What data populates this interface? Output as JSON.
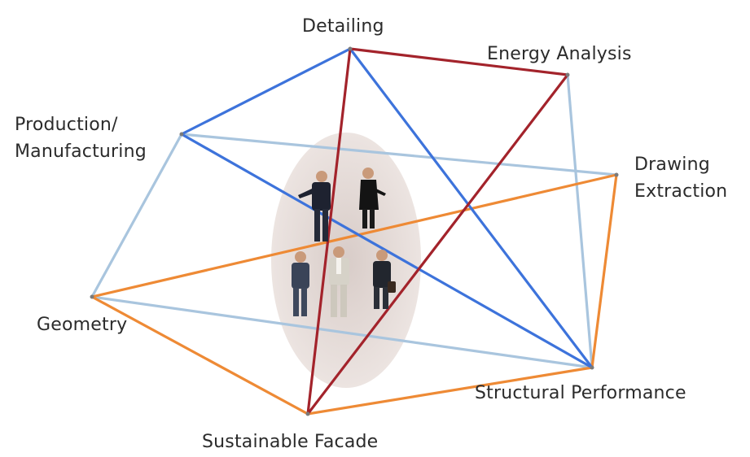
{
  "nodes": [
    {
      "id": "detailing",
      "label": "Detailing"
    },
    {
      "id": "energy",
      "label": "Energy Analysis"
    },
    {
      "id": "production",
      "label": "Production/\nManufacturing"
    },
    {
      "id": "drawing",
      "label": "Drawing\nExtraction"
    },
    {
      "id": "geometry",
      "label": "Geometry"
    },
    {
      "id": "structural",
      "label": "Structural Performance"
    },
    {
      "id": "facade",
      "label": "Sustainable Facade"
    }
  ],
  "edges": [
    {
      "from": "production",
      "to": "geometry",
      "color": "light-blue"
    },
    {
      "from": "production",
      "to": "drawing",
      "color": "light-blue"
    },
    {
      "from": "geometry",
      "to": "structural",
      "color": "light-blue"
    },
    {
      "from": "energy",
      "to": "structural",
      "color": "light-blue"
    },
    {
      "from": "production",
      "to": "detailing",
      "color": "blue"
    },
    {
      "from": "detailing",
      "to": "structural",
      "color": "blue"
    },
    {
      "from": "production",
      "to": "structural",
      "color": "blue"
    },
    {
      "from": "geometry",
      "to": "drawing",
      "color": "orange"
    },
    {
      "from": "geometry",
      "to": "facade",
      "color": "orange"
    },
    {
      "from": "facade",
      "to": "structural",
      "color": "orange"
    },
    {
      "from": "drawing",
      "to": "structural",
      "color": "orange"
    },
    {
      "from": "detailing",
      "to": "energy",
      "color": "dark-red"
    },
    {
      "from": "detailing",
      "to": "facade",
      "color": "dark-red"
    },
    {
      "from": "energy",
      "to": "facade",
      "color": "dark-red"
    }
  ],
  "center": {
    "people_count": 5,
    "icon": "business-people-group-icon"
  },
  "colors": {
    "light-blue": "#a9c5de",
    "blue": "#3d73db",
    "orange": "#ee8a35",
    "dark-red": "#a3232b",
    "center_ellipse": "#e6dcd9"
  }
}
